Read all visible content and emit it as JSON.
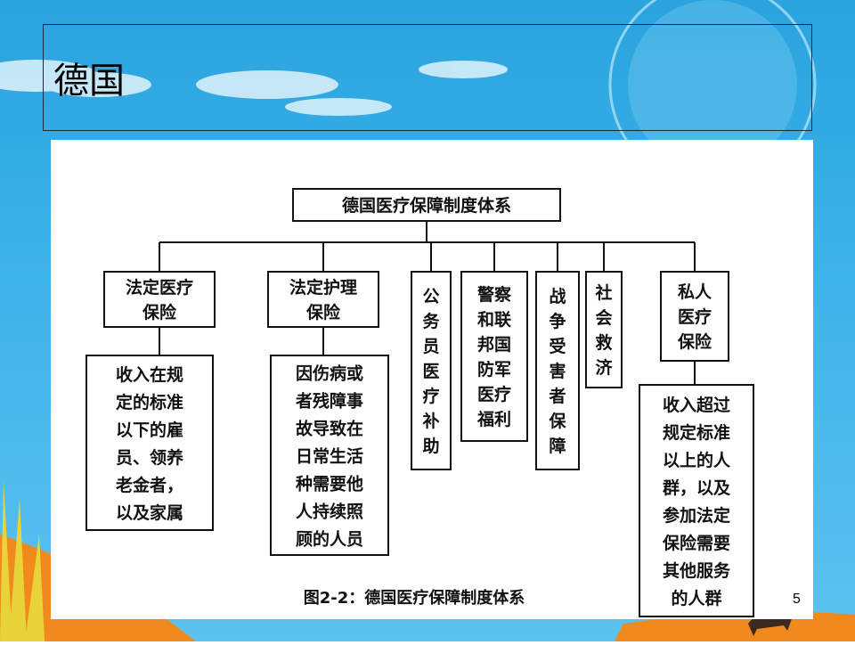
{
  "slide": {
    "title": "德国",
    "page_number": "5"
  },
  "diagram": {
    "root": "德国医疗保障制度体系",
    "caption": "图2-2：德国医疗保障制度体系",
    "branches": [
      {
        "label_lines": [
          "法定医疗",
          "保险"
        ],
        "desc_lines": [
          "收入在规",
          "定的标准",
          "以下的雇",
          "员、领养",
          "老金者，",
          "以及家属"
        ]
      },
      {
        "label_lines": [
          "法定护理",
          "保险"
        ],
        "desc_lines": [
          "因伤病或",
          "者残障事",
          "故导致在",
          "日常生活",
          "种需要他",
          "人持续照",
          "顾的人员"
        ]
      },
      {
        "label_lines": [
          "公",
          "务",
          "员",
          "医",
          "疗",
          "补",
          "助"
        ]
      },
      {
        "label_lines": [
          "警察",
          "和联",
          "邦国",
          "防军",
          "医疗",
          "福利"
        ]
      },
      {
        "label_lines": [
          "战",
          "争",
          "受",
          "害",
          "者",
          "保",
          "障"
        ]
      },
      {
        "label_lines": [
          "社",
          "会",
          "救",
          "济"
        ]
      },
      {
        "label_lines": [
          "私人",
          "医疗",
          "保险"
        ],
        "desc_lines": [
          "收入超过",
          "规定标准",
          "以上的人",
          "群，以及",
          "参加法定",
          "保险需要",
          "其他服务",
          "的人群"
        ]
      }
    ]
  }
}
